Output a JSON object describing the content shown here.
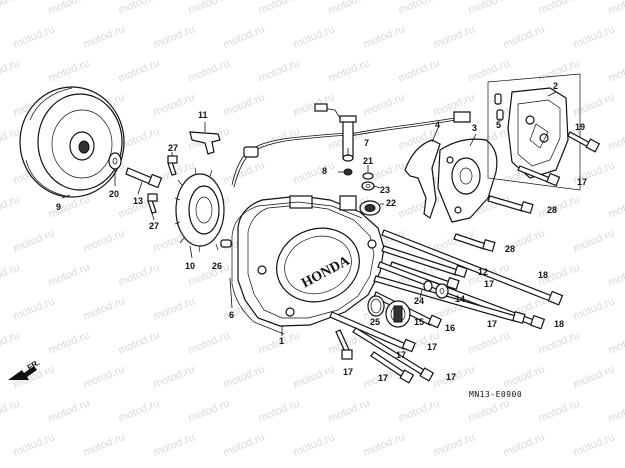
{
  "watermark": "motod.ru",
  "diagram_code": "MN13-E0900",
  "front_marker": "FR.",
  "callouts": {
    "c1": "1",
    "c2": "2",
    "c3": "3",
    "c4": "4",
    "c5": "5",
    "c6": "6",
    "c7": "7",
    "c8": "8",
    "c9": "9",
    "c10": "10",
    "c11": "11",
    "c12": "12",
    "c13": "13",
    "c14": "14",
    "c15": "15",
    "c16": "16",
    "c17a": "17",
    "c17b": "17",
    "c17c": "17",
    "c17d": "17",
    "c17e": "17",
    "c17f": "17",
    "c17g": "17",
    "c17h": "17",
    "c18a": "18",
    "c18b": "18",
    "c19": "19",
    "c20": "20",
    "c21": "21",
    "c22": "22",
    "c23": "23",
    "c24": "24",
    "c25": "25",
    "c26": "26",
    "c27a": "27",
    "c27b": "27",
    "c28a": "28",
    "c28b": "28"
  },
  "cover_logo": "HONDA"
}
